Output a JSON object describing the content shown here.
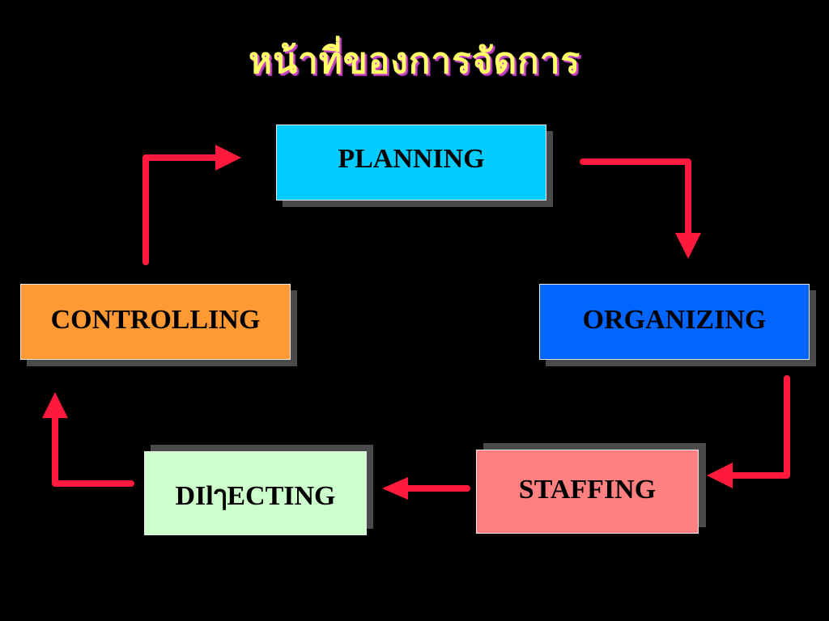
{
  "title": "หน้าที่ของการจัดการ",
  "steps": [
    {
      "id": "planning",
      "label": "PLANNING",
      "color": "#00ccff"
    },
    {
      "id": "organizing",
      "label": "ORGANIZING",
      "color": "#0066ff"
    },
    {
      "id": "staffing",
      "label": "STAFFING",
      "color": "#ff8080"
    },
    {
      "id": "directing",
      "label": "DIlๅECTING",
      "color": "#ccffcc"
    },
    {
      "id": "controlling",
      "label": "CONTROLLING",
      "color": "#ff9933"
    }
  ],
  "arrow_color": "#ff1a3d"
}
